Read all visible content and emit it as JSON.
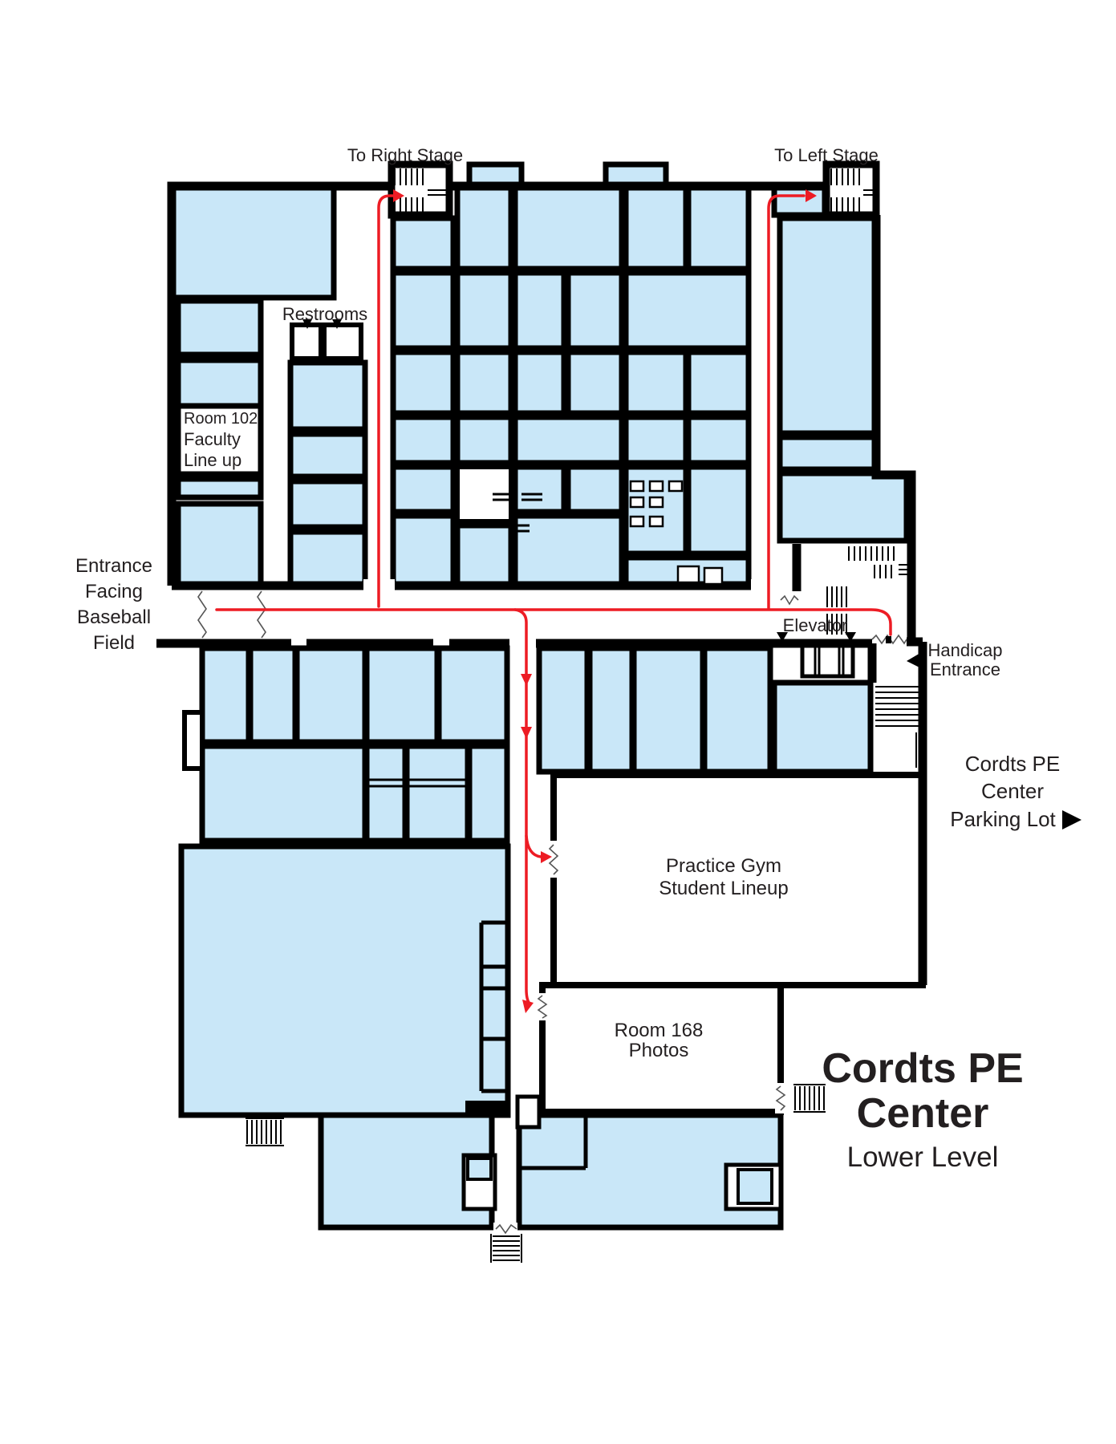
{
  "title": {
    "line1": "Cordts PE",
    "line2": "Center",
    "line3": "Lower Level"
  },
  "labels": {
    "to_right_stage": "To Right Stage",
    "to_left_stage": "To Left Stage",
    "restrooms": "Restrooms",
    "room_102": {
      "line1": "Room 102",
      "line2": "Faculty",
      "line3": "Line up"
    },
    "entrance_baseball": {
      "line1": "Entrance",
      "line2": "Facing",
      "line3": "Baseball",
      "line4": "Field"
    },
    "elevator": "Elevator",
    "handicap": {
      "line1": "Handicap",
      "line2": "Entrance"
    },
    "parking": {
      "line1": "Cordts PE",
      "line2": "Center",
      "line3": "Parking Lot"
    },
    "practice_gym": {
      "line1": "Practice Gym",
      "line2": "Student Lineup"
    },
    "room_168": {
      "line1": "Room 168",
      "line2": "Photos"
    }
  },
  "colors": {
    "room_fill": "#c9e7f8",
    "wall": "#000000",
    "route": "#ed1c24",
    "text": "#231f20",
    "door": "#555555"
  }
}
